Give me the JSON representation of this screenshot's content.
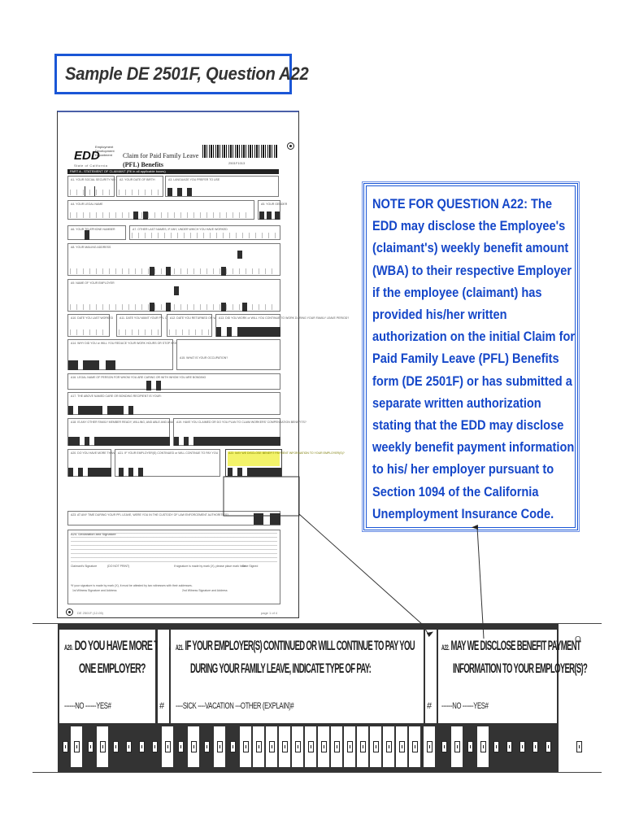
{
  "title": "Sample DE 2501F, Question A22",
  "form": {
    "agency_logo": "EDD",
    "agency_lines": [
      "Employment",
      "Development",
      "Department"
    ],
    "state_label": "State of California",
    "form_title_line1": "Claim for Paid Family Leave",
    "form_title_line2": "(PFL) Benefits",
    "barcode_number": "2501F1013",
    "part_a_header": "PART A - STATEMENT OF CLAIMANT (Fill in all applicable boxes)",
    "fields": [
      {
        "id": "A1",
        "label": "A1. YOUR SOCIAL SECURITY NO."
      },
      {
        "id": "A2",
        "label": "A2. YOUR DATE OF BIRTH"
      },
      {
        "id": "A3",
        "label": "A3. LANGUAGE YOU PREFER TO USE"
      },
      {
        "id": "A4",
        "label": "A4. YOUR LEGAL NAME"
      },
      {
        "id": "A5",
        "label": "A5. YOUR GENDER"
      },
      {
        "id": "A6",
        "label": "A6. YOUR TELEPHONE NUMBER"
      },
      {
        "id": "A7",
        "label": "A7. OTHER LAST NAMES, IF ANY, UNDER WHICH YOU HAVE WORKED"
      },
      {
        "id": "A8",
        "label": "A8. YOUR MAILING ADDRESS"
      },
      {
        "id": "A9",
        "label": "A9. NAME OF YOUR EMPLOYER"
      },
      {
        "id": "A10",
        "label": "A10. DATE YOU LAST WORKED"
      },
      {
        "id": "A11",
        "label": "A11. DATE YOU WANT YOUR PFL CLAIM TO BEGIN"
      },
      {
        "id": "A12",
        "label": "A12. DATE YOU RETURNED OR WILL RETURN TO WORK"
      },
      {
        "id": "A13",
        "label": "A13. DID YOU WORK or WILL YOU CONTINUE TO WORK DURING YOUR FAMILY LEAVE PERIOD?"
      },
      {
        "id": "A14",
        "label": "A14. WHY DID YOU or WILL YOU REDUCE YOUR WORK HOURS OR STOP WORKING?"
      },
      {
        "id": "A15",
        "label": "A15. WHAT IS YOUR OCCUPATION?"
      },
      {
        "id": "A16",
        "label": "A16. LEGAL NAME OF PERSON FOR WHOM YOU ARE CARING OR WITH WHOM YOU ARE BONDING"
      },
      {
        "id": "A17",
        "label": "A17. THE ABOVE NAMED CARE OR BONDING RECIPIENT IS YOUR:"
      },
      {
        "id": "A18",
        "label": "A18. IS ANY OTHER FAMILY MEMBER READY, WILLING, AND ABLE AND AVAILABLE TO PROVIDE CARE?"
      },
      {
        "id": "A19",
        "label": "A19. HAVE YOU CLAIMED OR DO YOU PLAN TO CLAIM WORKERS' COMPENSATION BENEFITS?"
      },
      {
        "id": "A20",
        "label": "A20. DO YOU HAVE MORE THAN ONE EMPLOYER?"
      },
      {
        "id": "A21",
        "label": "A21. IF YOUR EMPLOYER(S) CONTINUED or WILL CONTINUE TO PAY YOU"
      },
      {
        "id": "A22",
        "label": "A22. MAY WE DISCLOSE BENEFIT PAYMENT INFORMATION TO YOUR EMPLOYER(S)?",
        "highlighted": true
      },
      {
        "id": "A23",
        "label": "A23. AT ANY TIME DURING YOUR PFL LEAVE, WERE YOU IN THE CUSTODY OF LAW ENFORCEMENT AUTHORITIES?"
      }
    ],
    "declaration_heading": "A24. Declaration and Signature",
    "claimant_signature_label": "Claimant's Signature",
    "do_not_print": "(DO NOT PRINT)",
    "mark_label": "If signature is made by mark (X), please place mark here.",
    "date_signed_label": "Date Signed",
    "witness_note": "*If your signature is made by mark (X), it must be attested by two witnesses with their addresses.",
    "witness1": "1st Witness Signature and Address",
    "witness2": "2nd Witness Signature and Address",
    "form_number": "DE 2501F (12-05)",
    "page_number": "page 1 of 4"
  },
  "note": {
    "text": "NOTE FOR QUESTION A22:  The EDD may disclose the Employee's (claimant's) weekly benefit amount (WBA) to their respective Employer if the employee (claimant) has provided his/her written authorization on the initial Claim for Paid Family Leave (PFL) Benefits form (DE 2501F) or has submitted a separate written authorization stating that the EDD may disclose weekly benefit payment information to his/ her employer pursuant to Section 1094 of the California Unemployment Insurance Code.",
    "border_color": "#1a56d6",
    "text_color": "#1547c9"
  },
  "strip": {
    "a20": {
      "num": "A20.",
      "line1": "DO YOU HAVE MORE THAN",
      "line2": "ONE EMPLOYER?",
      "options": "------NO ------YES#"
    },
    "a21": {
      "num": "A21.",
      "line1": "IF YOUR EMPLOYER(S) CONTINUED OR WILL CONTINUE TO PAY YOU",
      "line2": "DURING YOUR FAMILY LEAVE, INDICATE TYPE OF PAY:",
      "options": "----SICK ----VACATION ---OTHER (EXPLAIN)#"
    },
    "a22": {
      "num": "A22.",
      "line1": "MAY WE DISCLOSE BENEFIT PAYMENT",
      "line2": "INFORMATION TO YOUR EMPLOYER(S)?",
      "options": "------NO ------YES#"
    },
    "separator_glyph": "#",
    "margin_glyph": "O"
  }
}
